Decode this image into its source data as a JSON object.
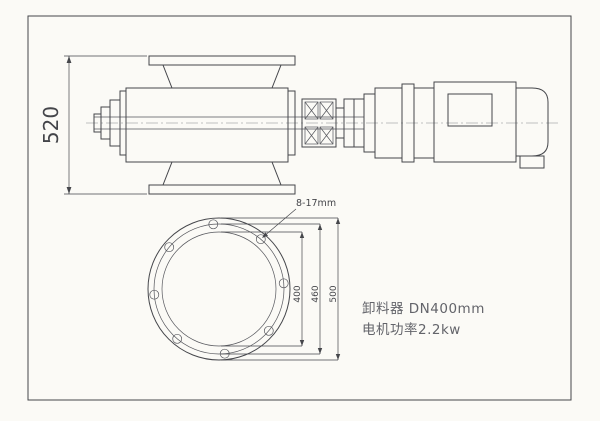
{
  "drawing": {
    "dimensions": {
      "overall_height": "520",
      "bolt_holes": "8-17mm",
      "bore_diameter": "400",
      "bolt_circle_diameter": "460",
      "flange_outer_diameter": "500"
    },
    "spec": {
      "line1": "卸料器 DN400mm",
      "line2": "电机功率2.2kw"
    },
    "colors": {
      "line": "#45464b",
      "paper": "#fbfaf6",
      "spec_text": "#63646a"
    }
  }
}
